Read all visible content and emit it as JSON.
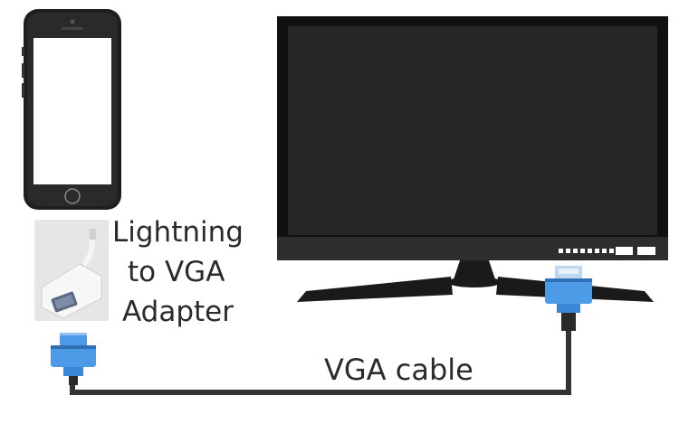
{
  "labels": {
    "adapter_line1": "Lightning",
    "adapter_line2": "to VGA",
    "adapter_line3": "Adapter",
    "cable": "VGA cable"
  },
  "colors": {
    "screen_bezel": "#111111",
    "screen_panel": "#262626",
    "monitor_chin": "#2e2e2e",
    "monitor_stand": "#1a1a1a",
    "connector_blue": "#4d9be6",
    "connector_dark": "#2f6fb6",
    "cable": "#333333",
    "phone_body": "#1e1e1e",
    "adapter_white": "#f2f2f2"
  },
  "icons": [
    "iphone-icon",
    "monitor-icon",
    "adapter-icon",
    "vga-connector-icon"
  ]
}
